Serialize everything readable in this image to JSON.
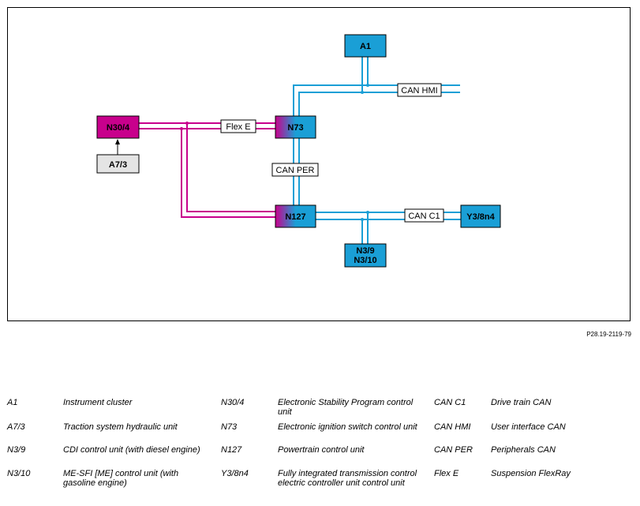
{
  "colors": {
    "blue": "#1a9fd6",
    "magenta": "#c8008c",
    "grey": "#e4e4e4"
  },
  "nodes": {
    "a1": "A1",
    "n30_4": "N30/4",
    "a7_3": "A7/3",
    "n73": "N73",
    "n127": "N127",
    "y3_8n4": "Y3/8n4",
    "n3_9": "N3/9",
    "n3_10": "N3/10"
  },
  "buses": {
    "can_hmi": "CAN HMI",
    "flex_e": "Flex E",
    "can_per": "CAN PER",
    "can_c1": "CAN C1"
  },
  "figure_ref": "P28.19-2119-79",
  "legend": [
    {
      "code": "A1",
      "desc": "Instrument cluster"
    },
    {
      "code": "A7/3",
      "desc": "Traction system hydraulic unit"
    },
    {
      "code": "N3/9",
      "desc": "CDI control unit (with diesel engine)"
    },
    {
      "code": "N3/10",
      "desc": "ME-SFI [ME] control unit (with gasoline engine)"
    },
    {
      "code": "N30/4",
      "desc": "Electronic Stability Program control unit"
    },
    {
      "code": "N73",
      "desc": "Electronic ignition switch control unit"
    },
    {
      "code": "N127",
      "desc": "Powertrain control unit"
    },
    {
      "code": "Y3/8n4",
      "desc": "Fully integrated transmission control electric controller unit control unit"
    },
    {
      "code": "CAN C1",
      "desc": "Drive train CAN"
    },
    {
      "code": "CAN HMI",
      "desc": "User interface CAN"
    },
    {
      "code": "CAN PER",
      "desc": "Peripherals CAN"
    },
    {
      "code": "Flex E",
      "desc": "Suspension FlexRay"
    }
  ]
}
